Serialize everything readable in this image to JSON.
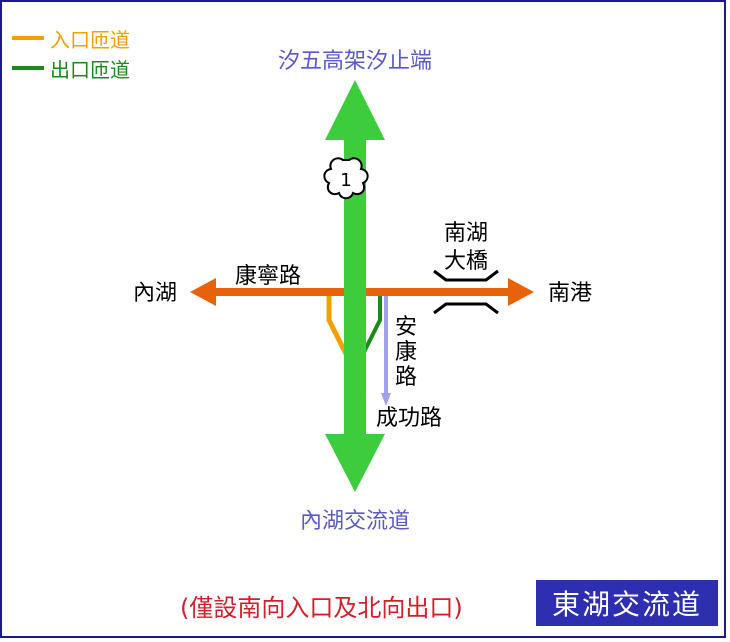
{
  "legend": {
    "entry": {
      "label": "入口匝道",
      "color": "#f5a000"
    },
    "exit": {
      "label": "出口匝道",
      "color": "#1a8a1a"
    }
  },
  "highway": {
    "shield_number": "1",
    "north_label": "汐五高架汐止端",
    "south_label": "內湖交流道",
    "color": "#3ccc3c",
    "label_color": "#5a5ac8"
  },
  "crossroad": {
    "name": "康寧路",
    "west_label": "內湖",
    "east_label": "南港",
    "bridge_line1": "南湖",
    "bridge_line2": "大橋",
    "color": "#e8620a"
  },
  "side_road": {
    "name_chars": [
      "安",
      "康",
      "路"
    ],
    "end_label": "成功路",
    "color": "#a0a0ee"
  },
  "footer": {
    "note": "(僅設南向入口及北向出口)",
    "title": "東湖交流道",
    "note_color": "#d0202a",
    "title_bg": "#2e2eb0"
  }
}
